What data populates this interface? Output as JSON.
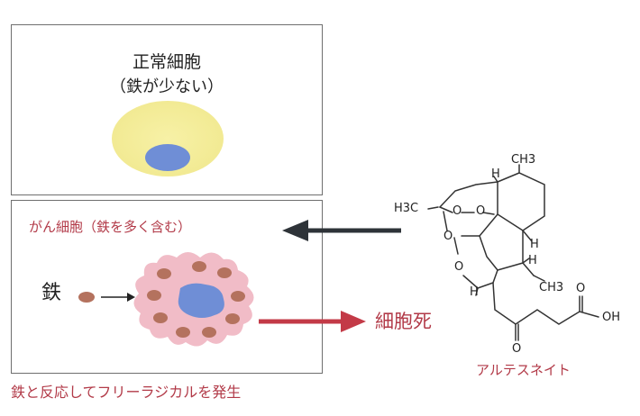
{
  "normal_cell": {
    "title": "正常細胞",
    "subtitle": "（鉄が少ない）"
  },
  "cancer_cell": {
    "title": "がん細胞（鉄を多く含む）",
    "iron_label": "鉄"
  },
  "result": {
    "cell_death": "細胞死"
  },
  "caption": "鉄と反応してフリーラジカルを発生",
  "drug": {
    "name": "アルテスネイト",
    "atoms": {
      "ch3_top": "CH3",
      "h3c_left": "H3C",
      "ch3_right": "CH3",
      "h_top": "H",
      "h_mid": "H",
      "h_lower": "H",
      "h_bottom": "H",
      "o1": "O",
      "o2": "O",
      "o3": "O",
      "o4": "O",
      "o5": "O",
      "o6": "O",
      "oh": "OH"
    }
  },
  "colors": {
    "accent_red": "#b23a48",
    "arrow_red": "#c33a47",
    "arrow_dark": "#2e3338",
    "normal_cytoplasm": "#f5ef9e",
    "nucleus_blue": "#6f8ed6",
    "cancer_cytoplasm": "#f1bcc7",
    "iron_brown": "#b4725e"
  }
}
